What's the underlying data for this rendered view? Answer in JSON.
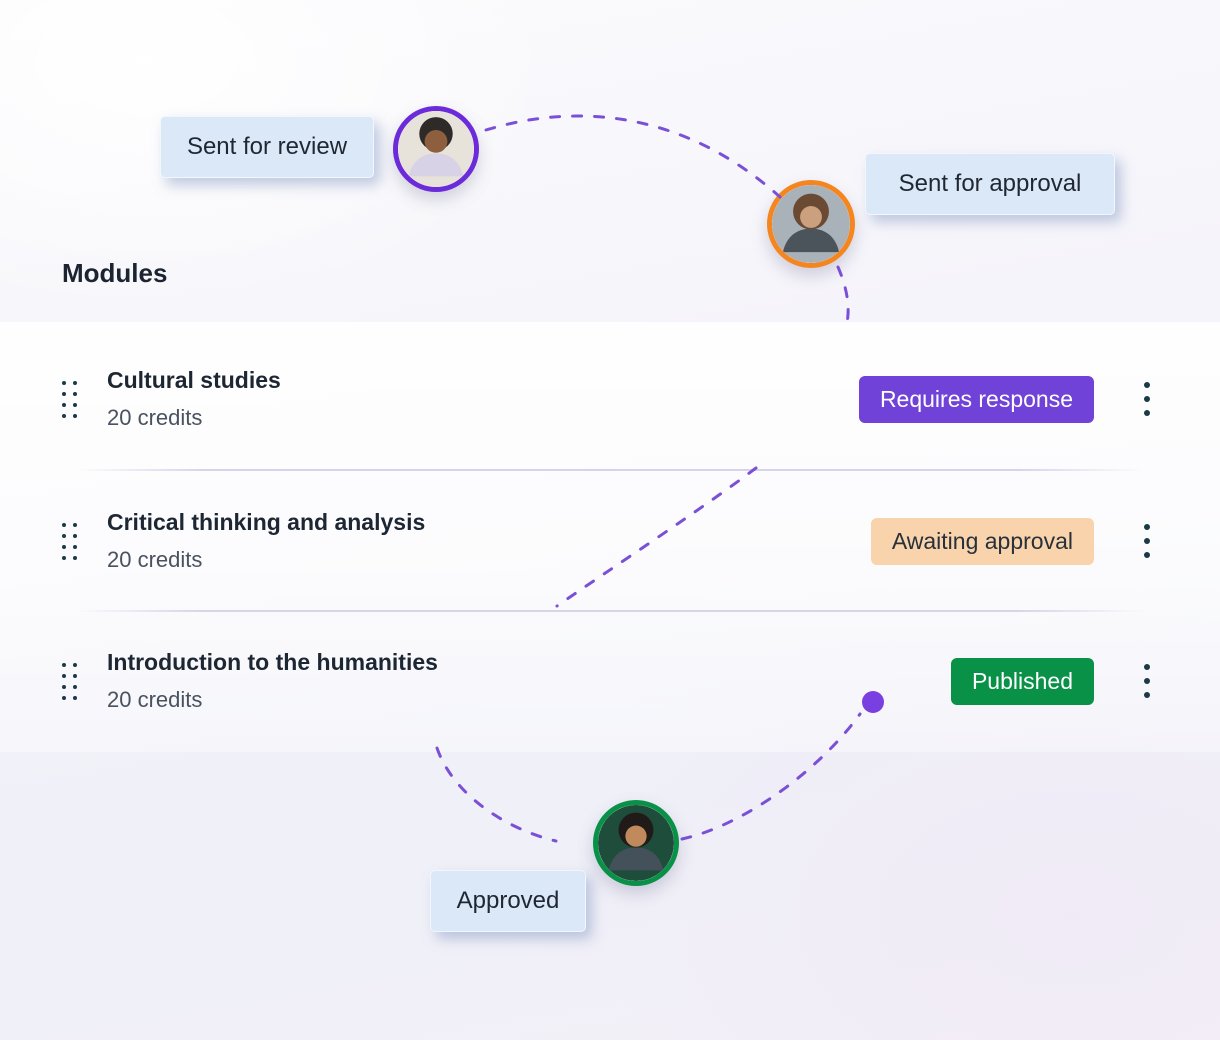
{
  "callouts": {
    "review": "Sent for review",
    "approval": "Sent for approval",
    "approved": "Approved"
  },
  "section": {
    "title": "Modules"
  },
  "modules": [
    {
      "title": "Cultural studies",
      "credits": "20 credits",
      "status": "Requires response"
    },
    {
      "title": "Critical thinking and analysis",
      "credits": "20 credits",
      "status": "Awaiting approval"
    },
    {
      "title": "Introduction to the humanities",
      "credits": "20 credits",
      "status": "Published"
    }
  ],
  "colors": {
    "accent_purple": "#7142d8",
    "ring_purple": "#6c2bd9",
    "ring_orange": "#f5861f",
    "ring_green": "#0a9148",
    "badge_peach_bg": "#f8d3ab",
    "badge_green_bg": "#0a9148",
    "callout_bg": "#dbe8f8",
    "dash_line": "#7a50d6",
    "dot_color": "#7a3fe0",
    "handle_dot": "#1b3a45"
  }
}
